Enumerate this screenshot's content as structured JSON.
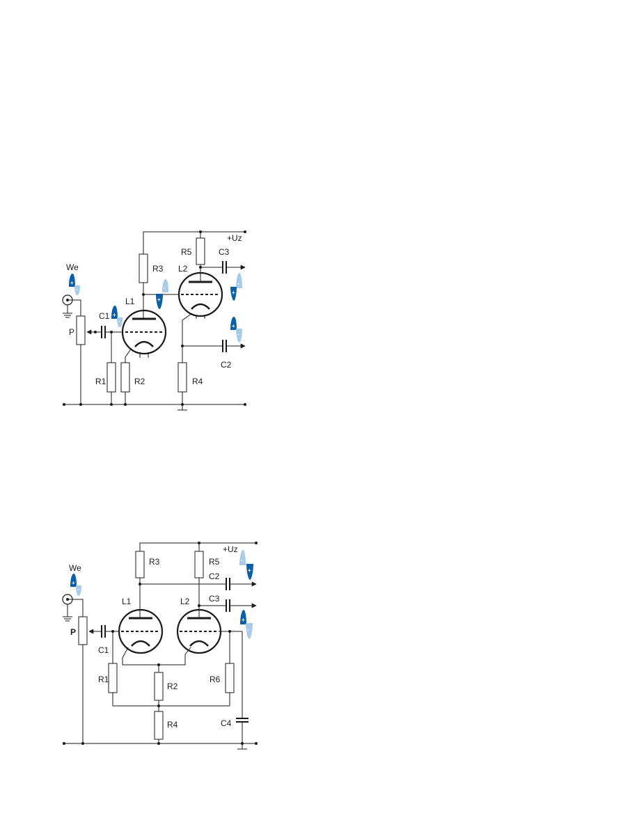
{
  "colors": {
    "signal_positive": "#0b5ea8",
    "signal_negative": "#a7cbe8",
    "wire": "#1a1a1a"
  },
  "top_circuit": {
    "supply": "+Uz",
    "input": "We",
    "potentiometer": "P",
    "c1": "C1",
    "c2": "C2",
    "c3": "C3",
    "r1": "R1",
    "r2": "R2",
    "r3": "R3",
    "r4": "R4",
    "r5": "R5",
    "l1": "L1",
    "l2": "L2"
  },
  "bottom_circuit": {
    "supply": "+Uz",
    "input": "We",
    "potentiometer": "P",
    "c1": "C1",
    "c2": "C2",
    "c3": "C3",
    "c4": "C4",
    "r1": "R1",
    "r2": "R2",
    "r3": "R3",
    "r4": "R4",
    "r5": "R5",
    "r6": "R6",
    "l1": "L1",
    "l2": "L2"
  },
  "signs": {
    "plus": "+",
    "minus": "-"
  }
}
